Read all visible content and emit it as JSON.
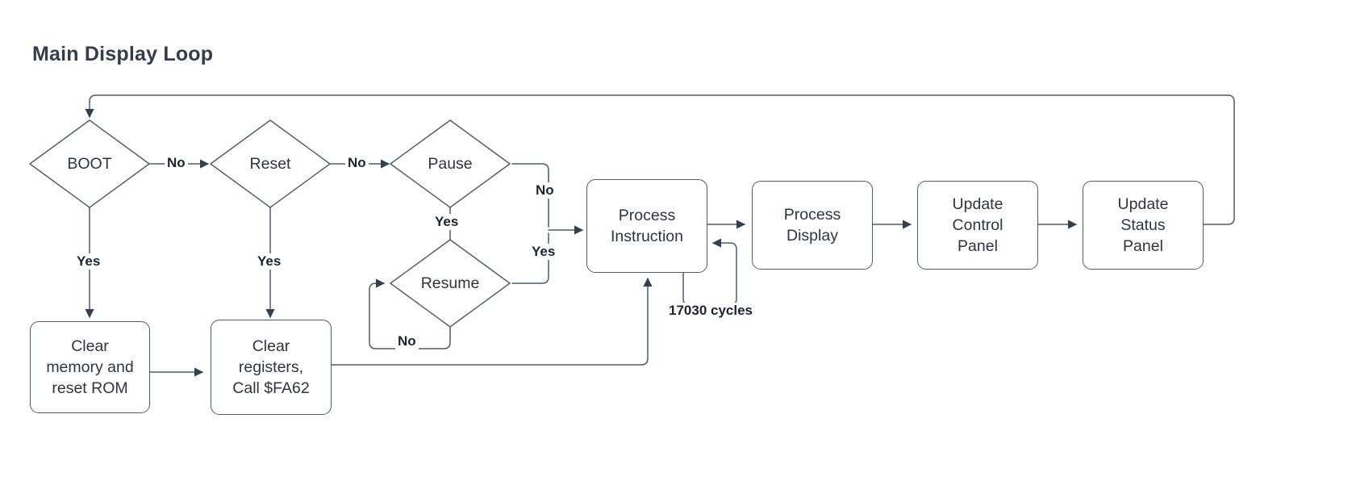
{
  "diagram": {
    "title": "Main Display Loop",
    "type": "flowchart",
    "stroke_color": "#515b66",
    "text_color": "#2e3440",
    "title_color": "#343d49",
    "background": "#ffffff"
  },
  "nodes": {
    "boot": {
      "label": "BOOT",
      "shape": "diamond"
    },
    "reset": {
      "label": "Reset",
      "shape": "diamond"
    },
    "pause": {
      "label": "Pause",
      "shape": "diamond"
    },
    "resume": {
      "label": "Resume",
      "shape": "diamond"
    },
    "clear_memory": {
      "label": "Clear\nmemory and\nreset ROM",
      "shape": "box"
    },
    "clear_registers": {
      "label": "Clear\nregisters,\nCall $FA62",
      "shape": "box"
    },
    "process_instruction": {
      "label": "Process\nInstruction",
      "shape": "box"
    },
    "process_display": {
      "label": "Process\nDisplay",
      "shape": "box"
    },
    "update_control_panel": {
      "label": "Update\nControl\nPanel",
      "shape": "box"
    },
    "update_status_panel": {
      "label": "Update\nStatus\nPanel",
      "shape": "box"
    }
  },
  "edge_labels": {
    "boot_no": "No",
    "boot_yes": "Yes",
    "reset_no": "No",
    "reset_yes": "Yes",
    "pause_no": "No",
    "pause_yes": "Yes",
    "resume_yes": "Yes",
    "resume_no": "No",
    "cycles": "17030 cycles"
  },
  "edges": [
    {
      "from": "boot",
      "to": "reset",
      "label": "No"
    },
    {
      "from": "boot",
      "to": "clear_memory",
      "label": "Yes"
    },
    {
      "from": "reset",
      "to": "pause",
      "label": "No"
    },
    {
      "from": "reset",
      "to": "clear_registers",
      "label": "Yes"
    },
    {
      "from": "pause",
      "to": "process_instruction",
      "label": "No"
    },
    {
      "from": "pause",
      "to": "resume",
      "label": "Yes"
    },
    {
      "from": "resume",
      "to": "process_instruction",
      "label": "Yes"
    },
    {
      "from": "resume",
      "to": "resume",
      "label": "No"
    },
    {
      "from": "clear_memory",
      "to": "clear_registers",
      "label": ""
    },
    {
      "from": "clear_registers",
      "to": "process_instruction",
      "label": ""
    },
    {
      "from": "process_instruction",
      "to": "process_display",
      "label": ""
    },
    {
      "from": "process_instruction",
      "to": "process_instruction",
      "label": "17030 cycles"
    },
    {
      "from": "process_display",
      "to": "update_control_panel",
      "label": ""
    },
    {
      "from": "update_control_panel",
      "to": "update_status_panel",
      "label": ""
    },
    {
      "from": "update_status_panel",
      "to": "boot",
      "label": ""
    }
  ]
}
